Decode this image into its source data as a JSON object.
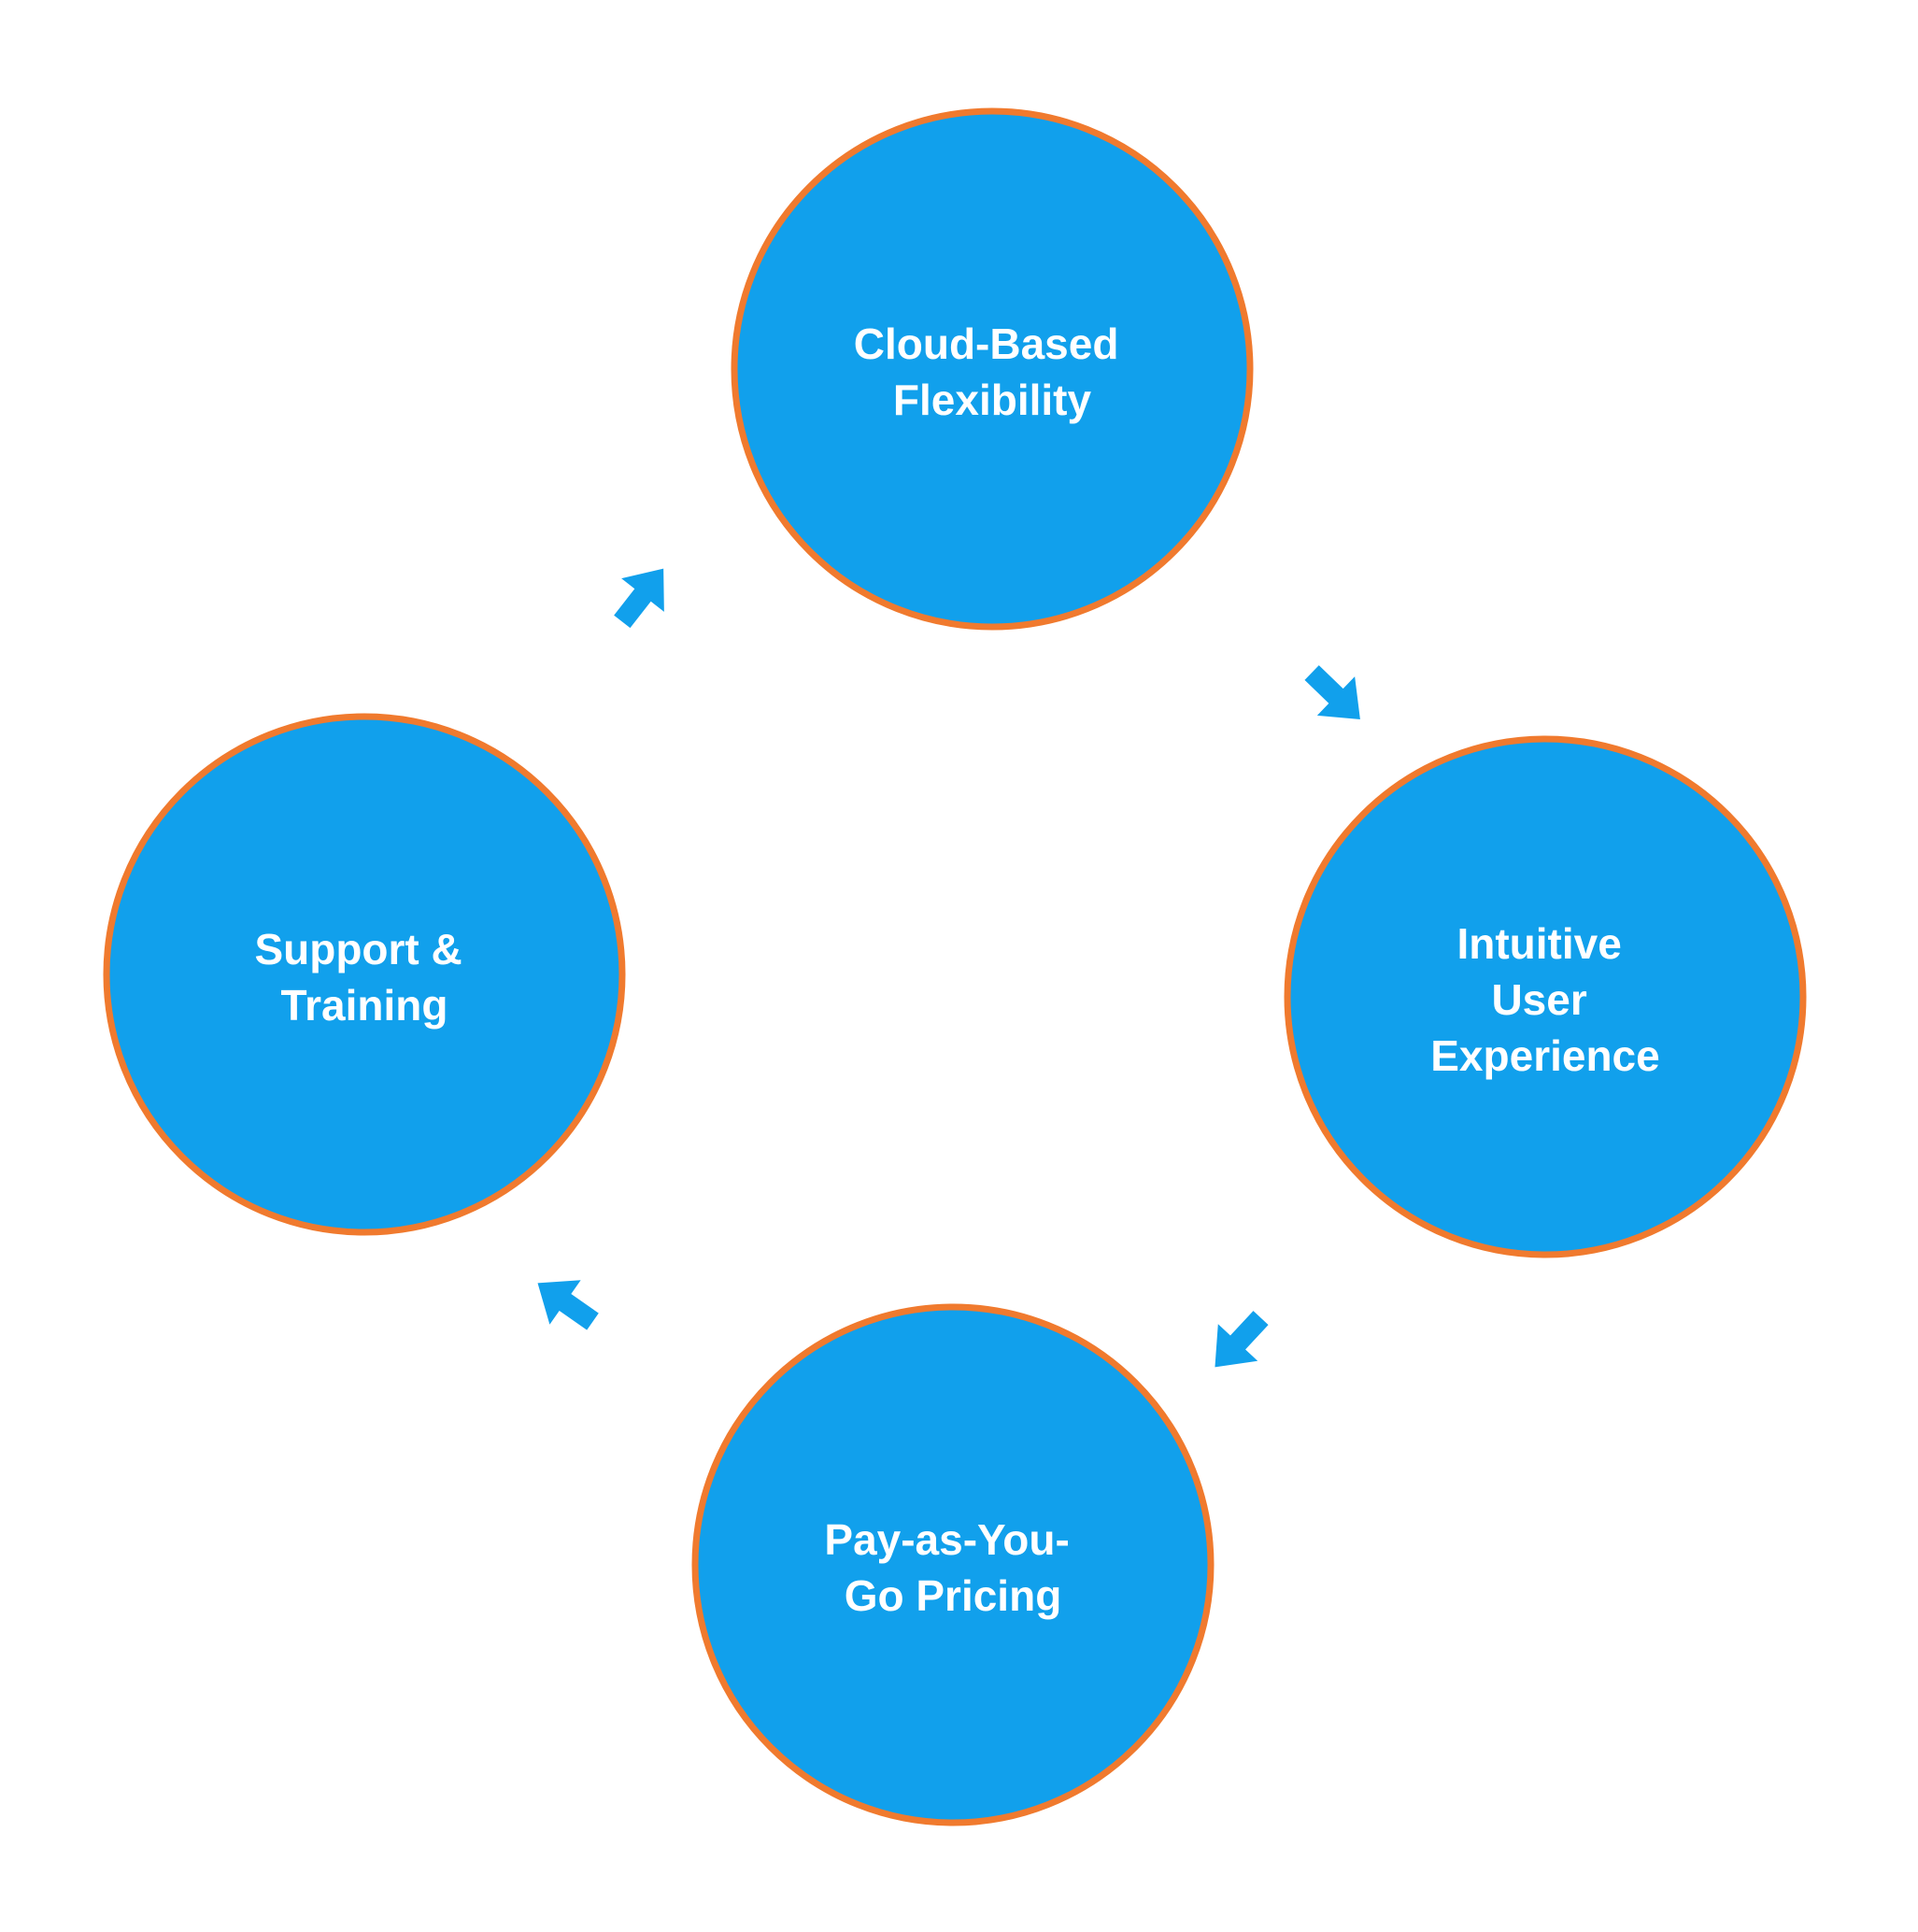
{
  "colors": {
    "background": "#ffffff",
    "node_fill": "#11a0ec",
    "node_stroke": "#f07a2e",
    "arrow": "#11a0ec",
    "label": "#ffffff"
  },
  "nodes": [
    {
      "id": "cloud-based-flexibility",
      "lines": [
        "Cloud-Based",
        "Flexibility"
      ]
    },
    {
      "id": "intuitive-user-experience",
      "lines": [
        "Intuitive",
        "User",
        "Experience"
      ]
    },
    {
      "id": "pay-as-you-go-pricing",
      "lines": [
        "Pay-as-You-",
        "Go Pricing"
      ]
    },
    {
      "id": "support-training",
      "lines": [
        "Support &",
        "Training"
      ]
    }
  ],
  "arrows": [
    {
      "id": "arrow-cloud-to-ux",
      "direction": "down-right"
    },
    {
      "id": "arrow-ux-to-pricing",
      "direction": "down-left"
    },
    {
      "id": "arrow-pricing-to-support",
      "direction": "up-left"
    },
    {
      "id": "arrow-support-to-cloud",
      "direction": "up-right"
    }
  ]
}
